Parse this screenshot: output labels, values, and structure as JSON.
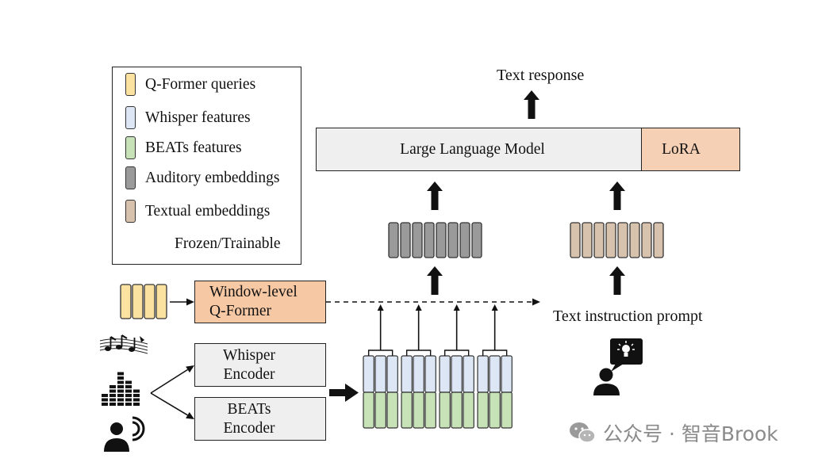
{
  "legend": {
    "items": [
      {
        "label": "Q-Former queries",
        "color": "#fbe2a0"
      },
      {
        "label": "Whisper features",
        "color": "#dce6f4"
      },
      {
        "label": "BEATs features",
        "color": "#c8e2b8"
      },
      {
        "label": "Auditory embeddings",
        "color": "#9a9a9a"
      },
      {
        "label": "Textual embeddings",
        "color": "#d7c2ad"
      }
    ],
    "status_label": "Frozen/Trainable",
    "status_icons": [
      "snowflake-icon",
      "fire-icon"
    ]
  },
  "llm": {
    "label": "Large Language Model",
    "color": "#efefef",
    "icon": "snowflake-icon"
  },
  "lora": {
    "label": "LoRA",
    "color": "#f6d0b5",
    "icon": "fire-icon"
  },
  "output": {
    "label": "Text response"
  },
  "qformer": {
    "line1": "Window-level",
    "line2": "Q-Former",
    "color": "#f6c8a4",
    "icon": "fire-icon"
  },
  "whisper_encoder": {
    "line1": "Whisper",
    "line2": "Encoder",
    "color": "#efefef",
    "icon": "snowflake-icon"
  },
  "beats_encoder": {
    "line1": "BEATs",
    "line2": "Encoder",
    "color": "#efefef",
    "icon": "snowflake-icon"
  },
  "text_prompt": {
    "label": "Text instruction prompt"
  },
  "inputs": {
    "icons": [
      "music-notes-icon",
      "equalizer-icon",
      "speaking-person-icon",
      "user-idea-icon"
    ]
  },
  "watermark": {
    "text": "公众号 · 智音Brook"
  }
}
